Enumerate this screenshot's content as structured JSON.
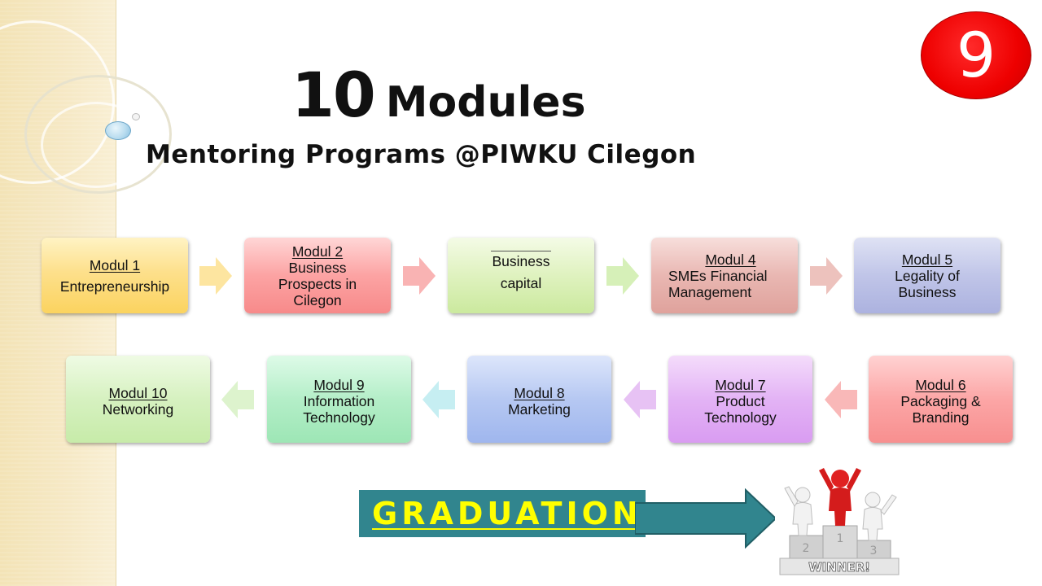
{
  "slide": {
    "title_number": "10",
    "title_word": "Modules",
    "subtitle": "Mentoring Programs @PIWKU Cilegon",
    "page_number": "9"
  },
  "modules": [
    {
      "title": "Modul 1",
      "desc": [
        "Entrepreneurship"
      ],
      "color": "#fbd35f"
    },
    {
      "title": "Modul 2",
      "desc": [
        "Business",
        "Prospects in",
        "Cilegon"
      ],
      "color": "#f78a8a"
    },
    {
      "title": "",
      "desc": [
        "Business",
        "capital"
      ],
      "color": "#cbe99e"
    },
    {
      "title": "Modul 4",
      "desc": [
        "SMEs Financial",
        "Management"
      ],
      "color": "#dfa29c"
    },
    {
      "title": "Modul 5",
      "desc": [
        "Legality of",
        "Business"
      ],
      "color": "#acb2df"
    },
    {
      "title": "Modul 6",
      "desc": [
        "Packaging &",
        "Branding"
      ],
      "color": "#f78f8f"
    },
    {
      "title": "Modul 7",
      "desc": [
        "Product",
        "Technology"
      ],
      "color": "#d99cf1"
    },
    {
      "title": "Modul 8",
      "desc": [
        "Marketing"
      ],
      "color": "#9fb6ee"
    },
    {
      "title": "Modul 9",
      "desc": [
        "Information",
        "Technology"
      ],
      "color": "#9de6b5"
    },
    {
      "title": "Modul 10",
      "desc": [
        "Networking"
      ],
      "color": "#c7eba9"
    }
  ],
  "graduation": {
    "label": "GRADUATION",
    "box_color": "#31858e",
    "text_color": "#ffff00"
  },
  "winner_image": {
    "label": "WINNER!"
  },
  "icons": [
    "right-arrow-icon",
    "left-arrow-icon",
    "winners-podium-icon"
  ]
}
